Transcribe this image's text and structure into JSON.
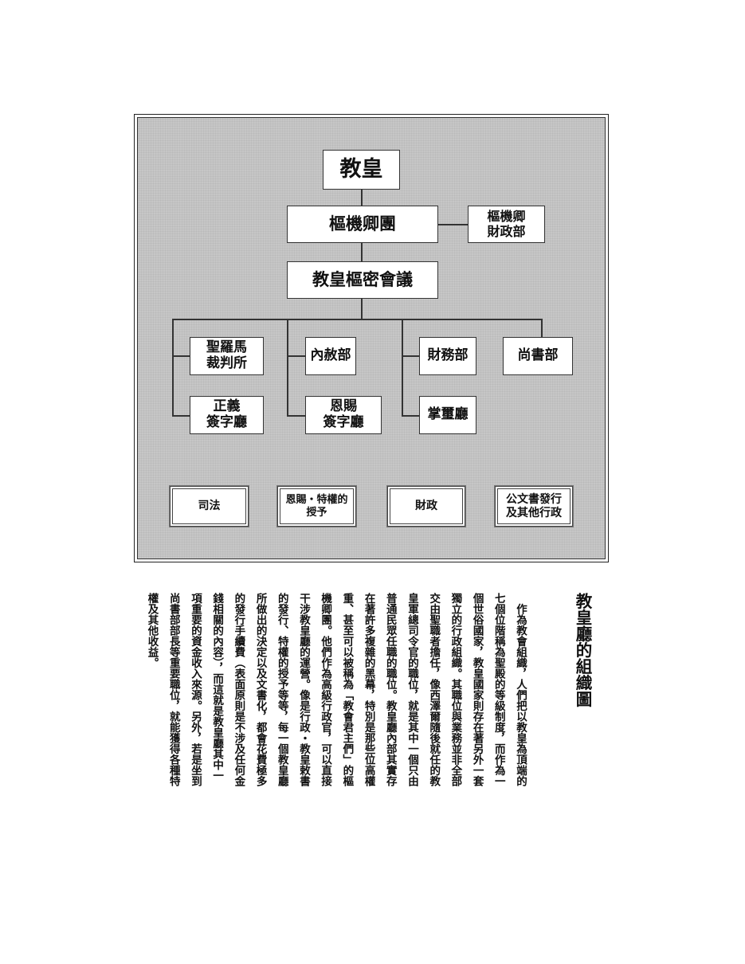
{
  "chart": {
    "pope": "教皇",
    "college": "樞機卿團",
    "college_finance": [
      "樞機卿",
      "財政部"
    ],
    "consistory": "教皇樞密會議",
    "rota": [
      "聖羅馬",
      "裁判所"
    ],
    "penitentiary": "內赦部",
    "camera": "財務部",
    "chancery": "尚書部",
    "signatura_justice": [
      "正義",
      "簽字廳"
    ],
    "signatura_grace": [
      "恩賜",
      "簽字廳"
    ],
    "datary": "掌璽廳",
    "categories": [
      {
        "lines": [
          "司法"
        ]
      },
      {
        "lines": [
          "恩賜・特權的",
          "授予"
        ]
      },
      {
        "lines": [
          "財政"
        ]
      },
      {
        "lines": [
          "公文書發行",
          "及其他行政"
        ]
      }
    ]
  },
  "article": {
    "title": "教皇廳的組織圖",
    "columns": [
      "　作為教會組織，人們把以教皇為頂端的",
      "七個位階稱為聖殿的等級制度，而作為一",
      "個世俗國家，教皇國家則存在著另外一套",
      "獨立的行政組織。其職位與業務並非全部",
      "交由聖職者擔任，像西澤爾隨後就任的教",
      "皇軍總司令官的職位，就是其中一個只由",
      "普通民眾任職的職位。教皇廳內部其實存",
      "在著許多複雜的黑幕，特別是那些位高權",
      "重、甚至可以被稱為「教會君主們」的樞",
      "機卿團。他們作為高級行政官，可以直接",
      "干涉教皇廳的運營。像是行政・教皇敕書",
      "的發行、特權的授予等等，每一個教皇廳",
      "所做出的決定以及文書化，都會花費極多",
      "的發行手續費（表面原則是不涉及任何金",
      "錢相關的內容），而這就是教皇廳其中一",
      "項重要的資金收入來源。另外，若是坐到",
      "尚書部部長等重要職位，就能獲得各種特",
      "權及其他收益。"
    ]
  }
}
